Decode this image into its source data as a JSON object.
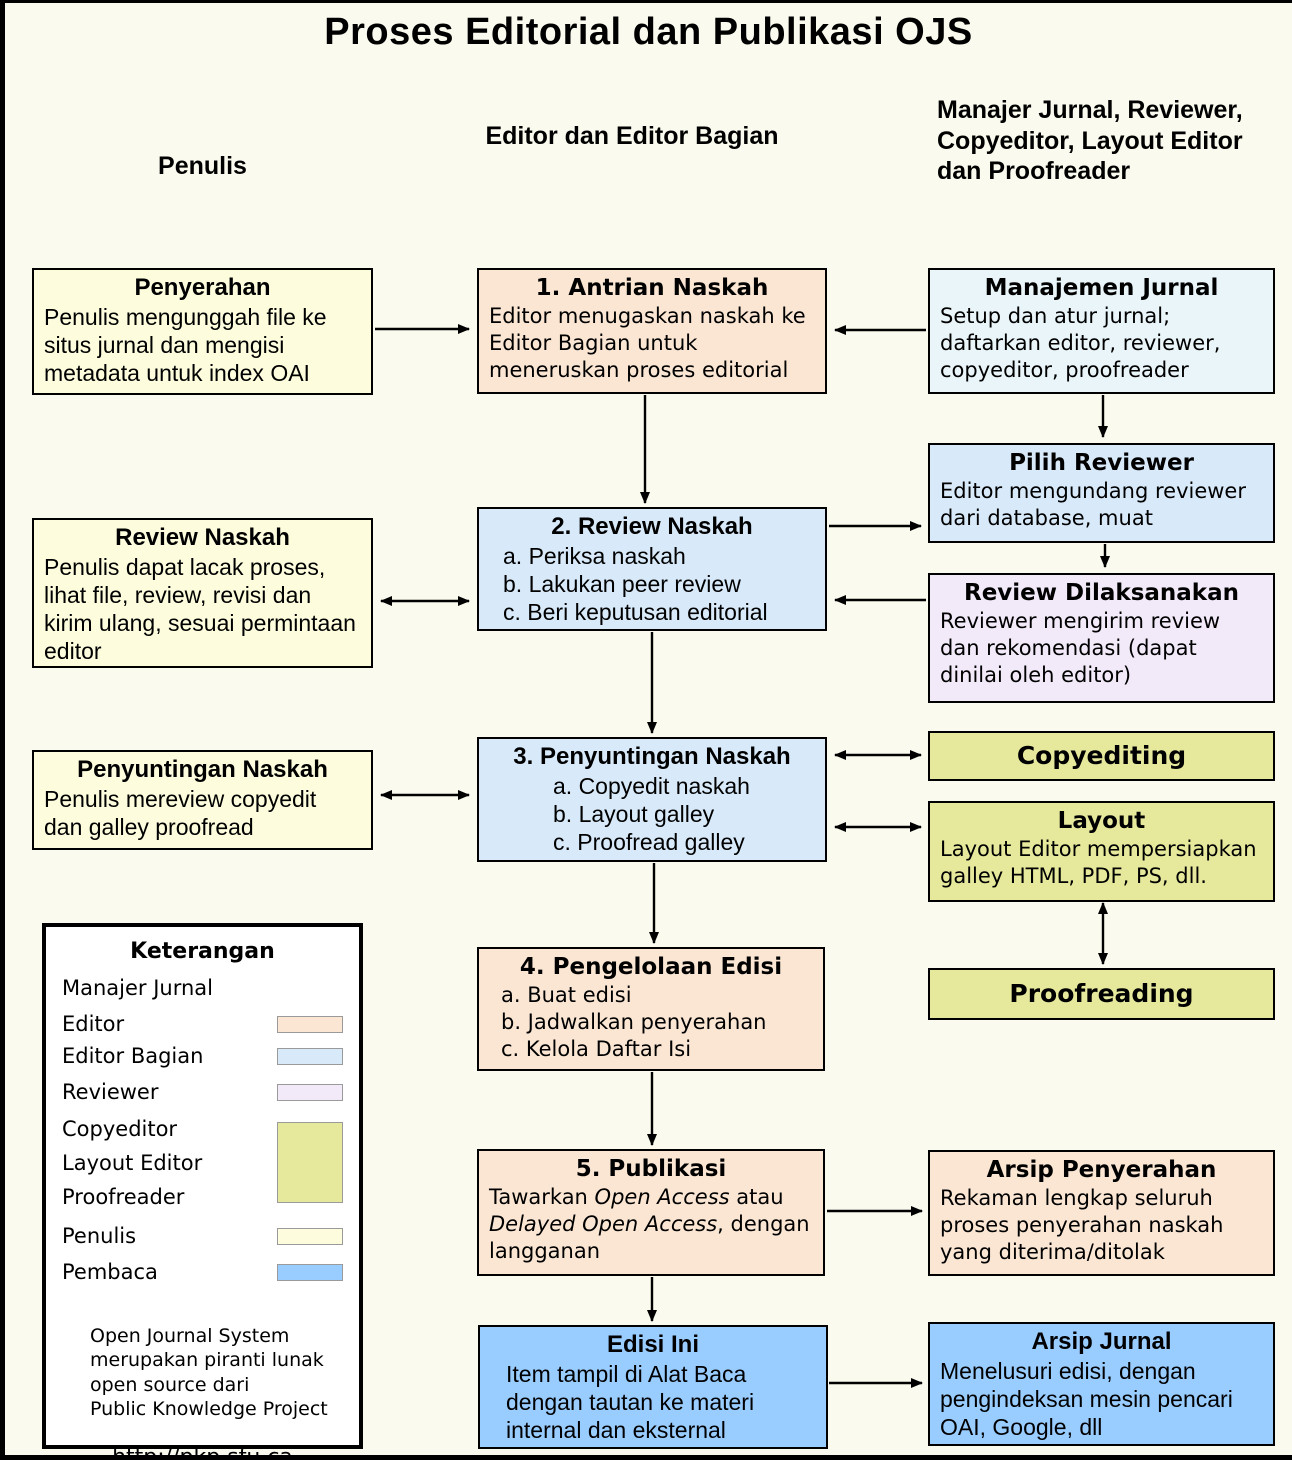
{
  "title": "Proses Editorial dan Publikasi OJS",
  "columns": {
    "left": "Penulis",
    "middle": "Editor dan Editor Bagian",
    "right": "Manajer Jurnal, Reviewer, Copyeditor, Layout Editor dan Proofreader"
  },
  "colors": {
    "page_bg": "#fafaee",
    "penulis": "#fdfdde",
    "editor": "#fae6d3",
    "editor_bagian": "#d8eafa",
    "manajer_jurnal": "#e9f5f9",
    "reviewer": "#f2eaf9",
    "copyeditor_layout_proofreader": "#e6e99c",
    "pembaca": "#99ccff",
    "legend_bg": "#ffffff"
  },
  "boxes": {
    "penyerahan": {
      "title": "Penyerahan",
      "body": "Penulis mengunggah file ke situs jurnal dan mengisi metadata untuk index OAI"
    },
    "antrian_naskah": {
      "title": "1. Antrian Naskah",
      "body": "Editor menugaskan naskah ke Editor Bagian untuk meneruskan proses editorial"
    },
    "manajemen_jurnal": {
      "title": "Manajemen Jurnal",
      "body": "Setup dan atur jurnal; daftarkan editor, reviewer, copyeditor, proofreader"
    },
    "pilih_reviewer": {
      "title": "Pilih Reviewer",
      "body": "Editor mengundang reviewer dari database, muat"
    },
    "review_dilaksanakan": {
      "title": "Review Dilaksanakan",
      "body": "Reviewer mengirim review dan rekomendasi (dapat dinilai oleh editor)"
    },
    "review_naskah_penulis": {
      "title": "Review Naskah",
      "body": "Penulis dapat lacak proses, lihat file, review, revisi dan kirim ulang, sesuai permintaan editor"
    },
    "review_naskah": {
      "title": "2. Review Naskah",
      "items": [
        "a. Periksa naskah",
        "b. Lakukan peer review",
        "c. Beri keputusan editorial"
      ]
    },
    "penyuntingan_penulis": {
      "title": "Penyuntingan Naskah",
      "body": "Penulis mereview copyedit dan galley proofread"
    },
    "penyuntingan_naskah": {
      "title": "3. Penyuntingan Naskah",
      "items": [
        "a. Copyedit naskah",
        "b. Layout galley",
        "c. Proofread galley"
      ]
    },
    "copyediting": {
      "title": "Copyediting"
    },
    "layout": {
      "title": "Layout",
      "body": "Layout Editor mempersiapkan galley HTML, PDF, PS, dll."
    },
    "proofreading": {
      "title": "Proofreading"
    },
    "pengelolaan_edisi": {
      "title": "4. Pengelolaan Edisi",
      "items": [
        "a. Buat edisi",
        "b. Jadwalkan penyerahan",
        "c. Kelola Daftar Isi"
      ]
    },
    "publikasi": {
      "title": "5. Publikasi",
      "body_prefix": "Tawarkan ",
      "body_italic1": "Open Access",
      "body_mid": " atau ",
      "body_italic2": "Delayed Open Access",
      "body_suffix": ", dengan langganan"
    },
    "arsip_penyerahan": {
      "title": "Arsip Penyerahan",
      "body": "Rekaman lengkap seluruh proses penyerahan naskah yang diterima/ditolak"
    },
    "edisi_ini": {
      "title": "Edisi Ini",
      "body": "Item tampil di Alat Baca dengan tautan ke materi internal dan eksternal"
    },
    "arsip_jurnal": {
      "title": "Arsip Jurnal",
      "body": "Menelusuri edisi, dengan pengindeksan mesin pencari OAI, Google, dll"
    }
  },
  "legend": {
    "title": "Keterangan",
    "labels": {
      "manajer_jurnal": "Manajer Jurnal",
      "editor": "Editor",
      "editor_bagian": "Editor Bagian",
      "reviewer": "Reviewer",
      "copyeditor": "Copyeditor",
      "layout_editor": "Layout Editor",
      "proofreader": "Proofreader",
      "penulis": "Penulis",
      "pembaca": "Pembaca"
    },
    "footer_lines": [
      "Open Journal System",
      "merupakan piranti lunak",
      "open source dari",
      "Public Knowledge Project"
    ],
    "url": "http://pkp.sfu.ca"
  }
}
